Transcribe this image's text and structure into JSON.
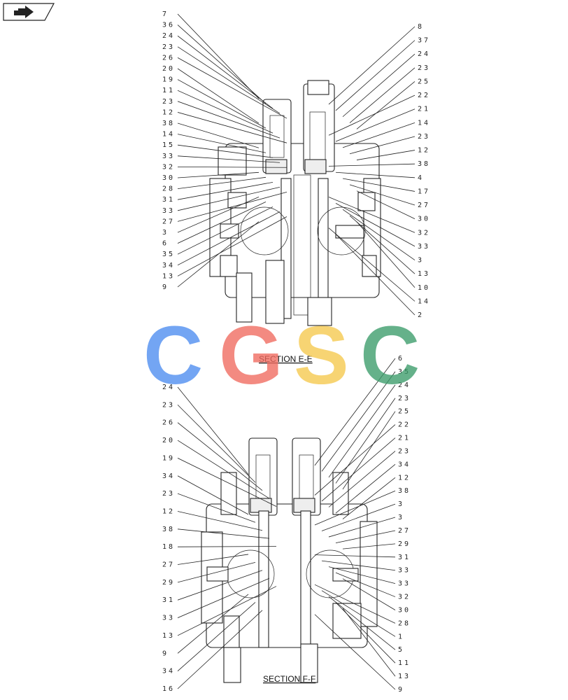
{
  "nav": {
    "icon": "arrow-right-icon"
  },
  "sections": [
    {
      "title": "SECTION  E-E",
      "left_labels": [
        "7",
        "36",
        "24",
        "23",
        "26",
        "20",
        "19",
        "11",
        "23",
        "12",
        "38",
        "14",
        "15",
        "33",
        "32",
        "30",
        "28",
        "31",
        "33",
        "27",
        "3",
        "6",
        "35",
        "34",
        "13",
        "9"
      ],
      "right_labels": [
        "8",
        "37",
        "24",
        "23",
        "25",
        "22",
        "21",
        "14",
        "23",
        "12",
        "38",
        "4",
        "17",
        "27",
        "30",
        "32",
        "33",
        "3",
        "13",
        "10",
        "14",
        "2"
      ]
    },
    {
      "title": "SECTION  F-F",
      "left_labels": [
        "24",
        "23",
        "26",
        "20",
        "19",
        "34",
        "23",
        "12",
        "38",
        "18",
        "27",
        "29",
        "31",
        "33",
        "13",
        "9",
        "34",
        "16"
      ],
      "right_labels": [
        "6",
        "35",
        "24",
        "23",
        "25",
        "22",
        "21",
        "23",
        "34",
        "12",
        "38",
        "3",
        "3",
        "27",
        "29",
        "31",
        "33",
        "33",
        "32",
        "30",
        "28",
        "1",
        "5",
        "11",
        "13",
        "9"
      ]
    }
  ],
  "watermark": {
    "letters": [
      "C",
      "G",
      "S",
      "C"
    ],
    "colors": [
      "#4d8df0",
      "#f06a5e",
      "#f6c94c",
      "#3a9c6a"
    ]
  }
}
